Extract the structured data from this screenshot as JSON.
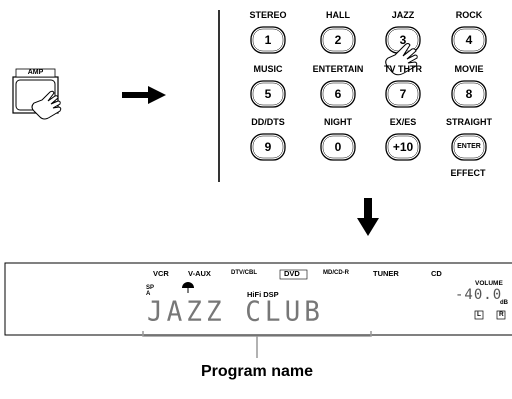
{
  "amp": {
    "label": "AMP"
  },
  "remote": {
    "keys": [
      {
        "name": "STEREO",
        "key": "1"
      },
      {
        "name": "HALL",
        "key": "2"
      },
      {
        "name": "JAZZ",
        "key": "3"
      },
      {
        "name": "ROCK",
        "key": "4"
      },
      {
        "name": "MUSIC",
        "key": "5"
      },
      {
        "name": "ENTERTAIN",
        "key": "6"
      },
      {
        "name": "TV THTR",
        "key": "7"
      },
      {
        "name": "MOVIE",
        "key": "8"
      },
      {
        "name": "DD/DTS",
        "key": "9"
      },
      {
        "name": "NIGHT",
        "key": "0"
      },
      {
        "name": "EX/ES",
        "key": "+10"
      },
      {
        "name": "STRAIGHT",
        "key": "ENTER"
      }
    ],
    "effect_label": "EFFECT"
  },
  "display": {
    "inputs": [
      "VCR",
      "V-AUX",
      "DTV/CBL",
      "DVD",
      "MD/CD-R",
      "TUNER",
      "CD"
    ],
    "selected_input": "DVD",
    "sp_label": "SP",
    "sp_sub": "A",
    "hifi_dsp": "HiFi DSP",
    "volume_label": "VOLUME",
    "volume_value": "-40.0",
    "db": "dB",
    "left_ind": "L",
    "right_ind": "R",
    "program_text": "JAZZ CLUB"
  },
  "caption": "Program name"
}
